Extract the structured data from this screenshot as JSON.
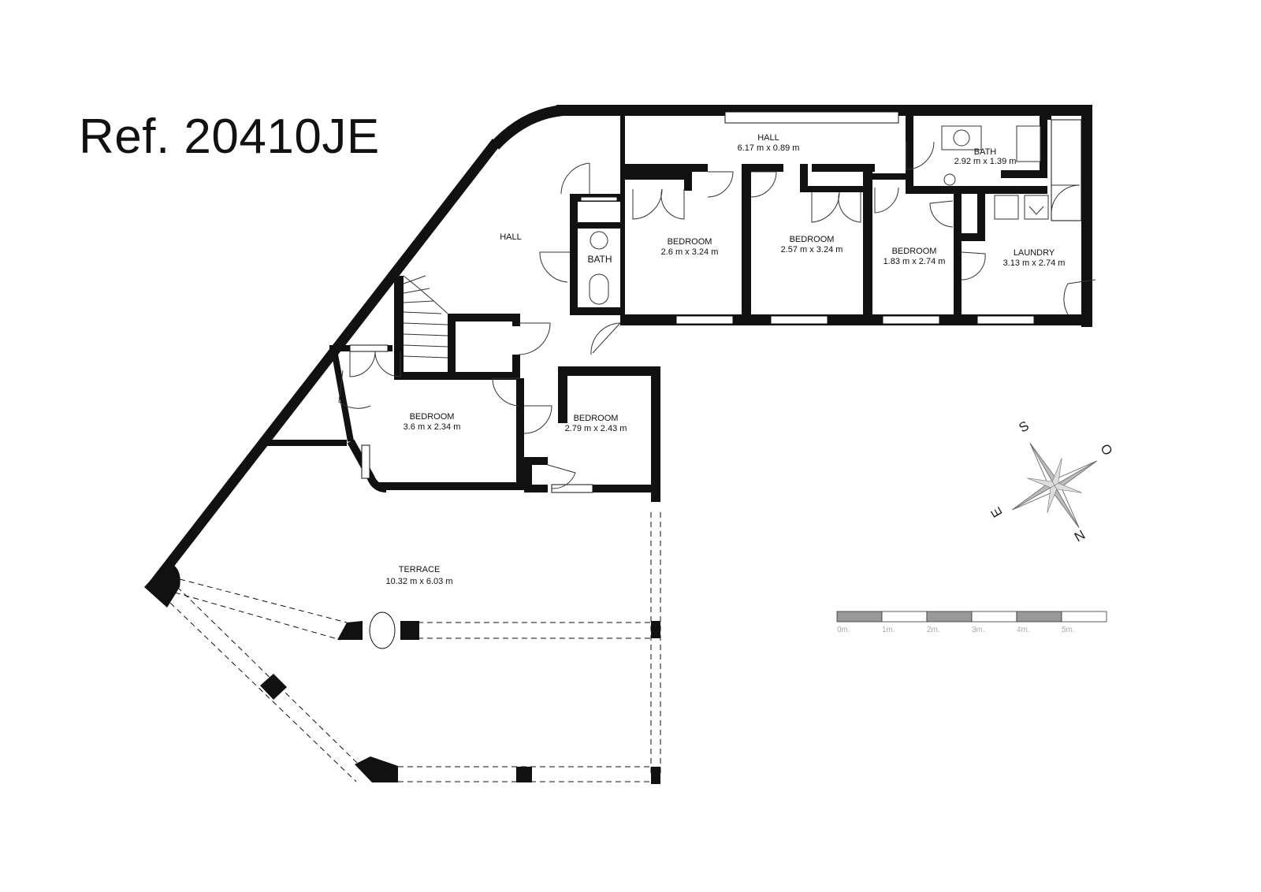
{
  "reference": "Ref. 20410JE",
  "rooms": {
    "hall_top": {
      "name": "HALL",
      "dims": "6.17 m x 0.89 m"
    },
    "bath_top": {
      "name": "BATH",
      "dims": "2.92 m x 1.39 m"
    },
    "hall_main": {
      "name": "HALL"
    },
    "bath_small": {
      "name": "BATH"
    },
    "bedroom_1": {
      "name": "BEDROOM",
      "dims": "2.6 m x 3.24 m"
    },
    "bedroom_2": {
      "name": "BEDROOM",
      "dims": "2.57 m x 3.24 m"
    },
    "bedroom_3": {
      "name": "BEDROOM",
      "dims": "1.83 m x 2.74 m"
    },
    "laundry": {
      "name": "LAUNDRY",
      "dims": "3.13 m x 2.74 m"
    },
    "bedroom_4": {
      "name": "BEDROOM",
      "dims": "3.6 m x 2.34 m"
    },
    "bedroom_5": {
      "name": "BEDROOM",
      "dims": "2.79 m x 2.43 m"
    },
    "terrace": {
      "name": "TERRACE",
      "dims": "10.32 m x 6.03 m"
    }
  },
  "compass": {
    "s": "S",
    "o": "O",
    "e": "E",
    "n": "N"
  },
  "scale": {
    "labels": [
      "0m.",
      "1m.",
      "2m.",
      "3m.",
      "4m.",
      "5m."
    ]
  }
}
